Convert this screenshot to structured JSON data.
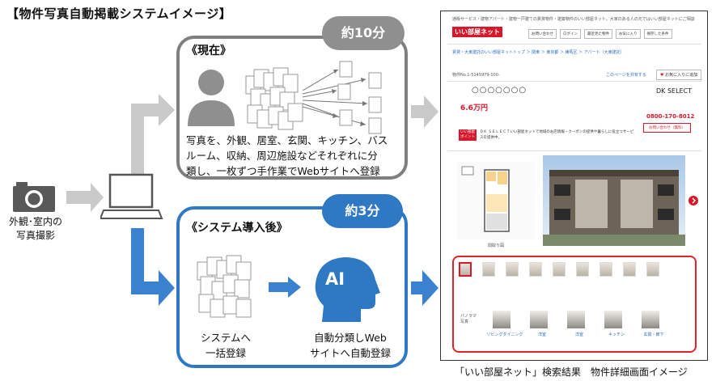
{
  "title": "【物件写真自動掲載システムイメージ】",
  "camera": {
    "label_line1": "外観･室内の",
    "label_line2": "写真撮影"
  },
  "current": {
    "heading": "《現在》",
    "badge": "約10分",
    "desc_lines": [
      "写真を、外観、居室、玄関、キッチン、バス",
      "ルーム、収納、周辺施設などそれぞれに分",
      "類し、一枚ずつ手作業でWebサイトへ登録"
    ]
  },
  "system": {
    "heading": "《システム導入後》",
    "badge": "約3分",
    "ai_label": "AI",
    "left_line1": "システムへ",
    "left_line2": "一括登録",
    "right_line1": "自動分類しWeb",
    "right_line2": "サイトへ自動登録"
  },
  "website": {
    "top_notice": "通販サービス・建物アパート・建物一戸建ての賃貸物件・建築物件のいい部屋ネット。大家のある人の元ではいい部屋ネットにご相談ください。",
    "logo": "いい部屋ネット",
    "nav_buttons": [
      "お問い合わせ",
      "ログイン",
      "最近見た物件",
      "お気に入り",
      "保存した条件"
    ],
    "breadcrumb": "賃貸・大東建託のいい部屋ネットトップ ＞ 関東 ＞ 東京都 ＞ 練馬区 ＞ アパート（大東建託）",
    "pager": "物件No.1-5145979-100-",
    "share_link": "このページを共有する",
    "favorite_button": "お気に入りに追加",
    "property_name": "○○○○○○○",
    "brand": "DK SELECT",
    "rent": "6.6万円",
    "phone": "0800-170-8012",
    "feature_label_1": "いい部屋",
    "feature_label_2": "ポイント",
    "feature_text": "ＤＫ ＳＥＬＥＣＴいい部屋ネットで地域のお店情報・クーポンの提供や暮らしに役立つサービスを提供中。",
    "inquiry_button": "お問い合わせ（無料）",
    "floorplan_caption": "間取り図",
    "pano_label_1": "パノラマ",
    "pano_label_2": "写真",
    "pano_captions": [
      "リビングダイニング",
      "洋室",
      "洋室",
      "キッチン",
      "玄関・廊下"
    ]
  },
  "caption": "「いい部屋ネット」検索結果　物件詳細画面イメージ",
  "colors": {
    "gray": "#8f8f8f",
    "blue": "#2f78c4",
    "red": "#e0242a",
    "brand_red": "#d7182a"
  }
}
